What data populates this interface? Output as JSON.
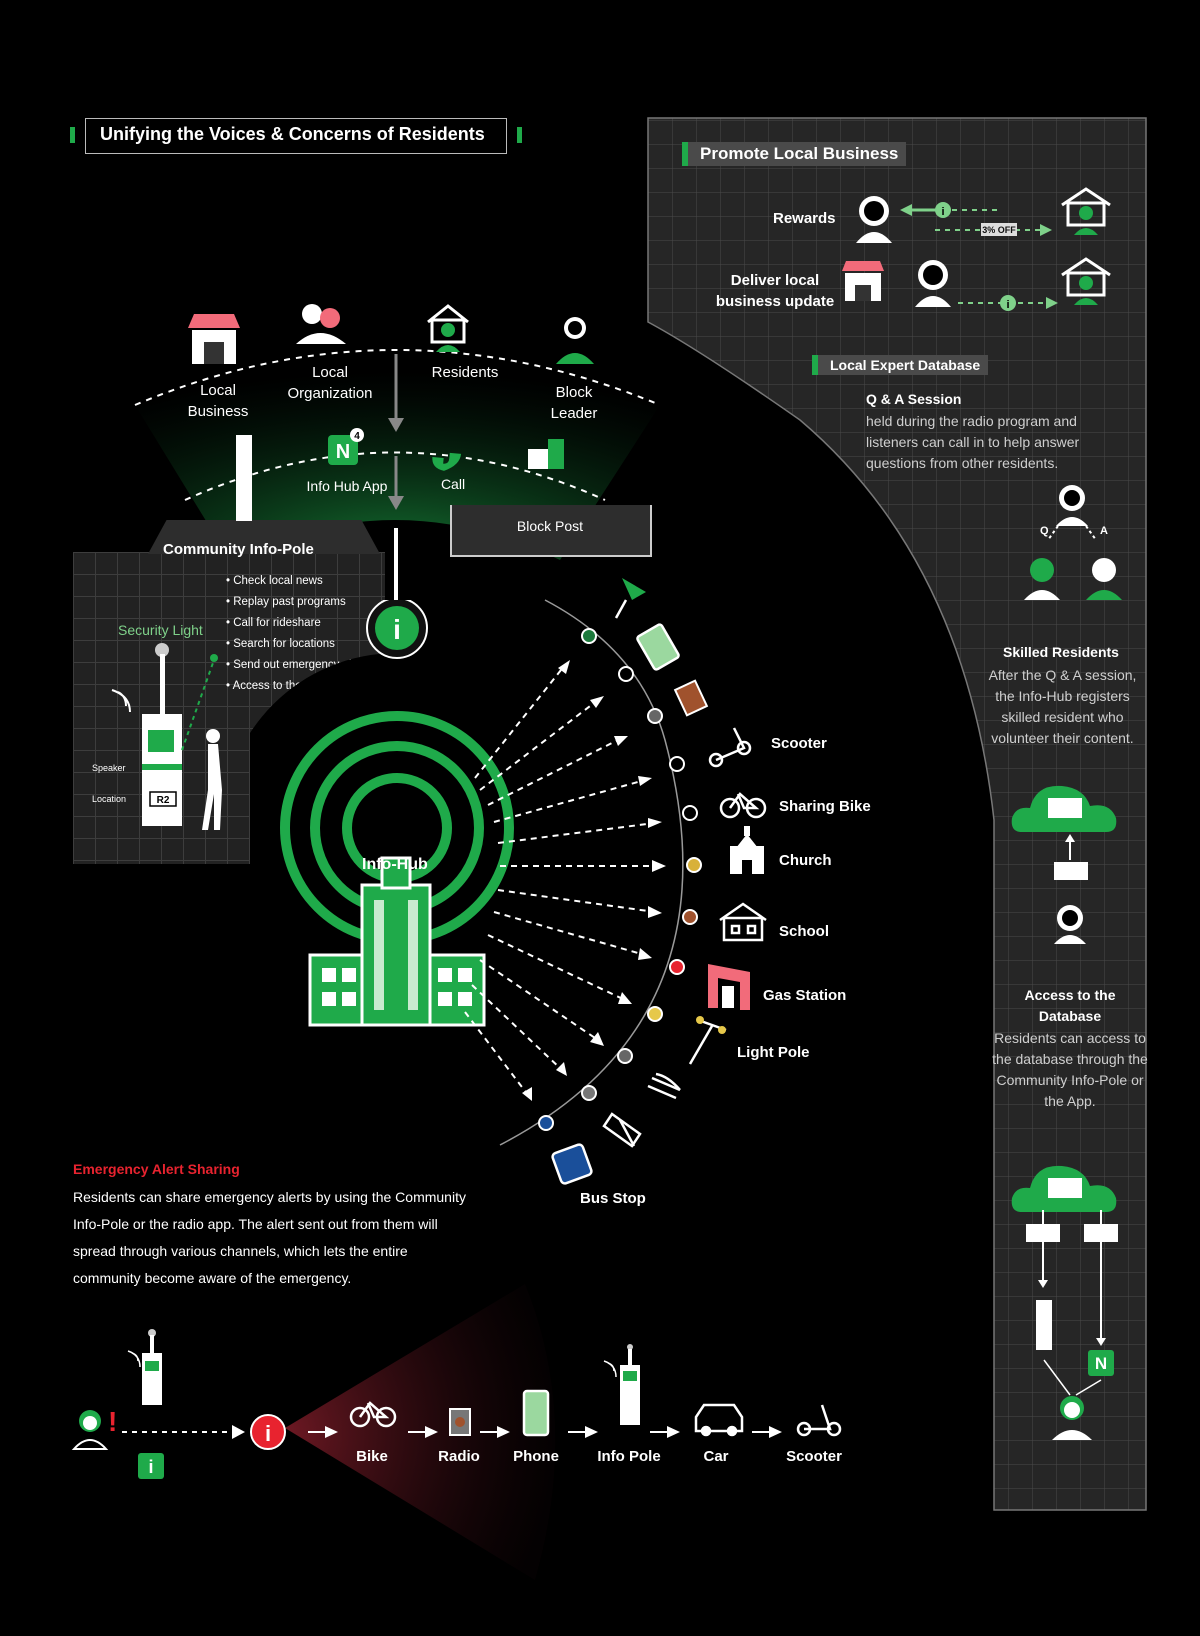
{
  "title": "Unifying the Voices & Concerns of Residents",
  "groups": {
    "local_business": "Local\nBusiness",
    "local_organization": "Local\nOrganization",
    "residents": "Residents",
    "block_leader": "Block\nLeader"
  },
  "channels": {
    "info_hub_app": "Info Hub App",
    "call": "Call",
    "block_post": "Block Post"
  },
  "info_pole": {
    "title": "Community Info-Pole",
    "security_light": "Security Light",
    "speaker": "Speaker",
    "location": "Location",
    "location_code": "R2",
    "features": [
      "Check local news",
      "Replay past programs",
      "Call for rideshare",
      "Search for locations",
      "Send out emergency alert",
      "Access to the database"
    ]
  },
  "hub": {
    "label": "Info-Hub"
  },
  "destinations": [
    "Scooter",
    "Sharing Bike",
    "Church",
    "School",
    "Gas Station",
    "Light Pole",
    "Bus Stop"
  ],
  "promote": {
    "title": "Promote Local Business",
    "rewards": "Rewards",
    "deliver": "Deliver local\nbusiness update",
    "discount": "3% OFF"
  },
  "expert": {
    "title": "Local Expert Database",
    "qa_title": "Q & A Session",
    "qa_text": "held during the radio program and listeners can call in to help answer questions from other residents.",
    "q": "Q",
    "a": "A",
    "skilled_title": "Skilled Residents",
    "skilled_text": "After the Q & A session, the Info-Hub registers skilled resident who volunteer their content.",
    "access_title": "Access to the Database",
    "access_text": "Residents can access to the database through the Community Info-Pole or the App."
  },
  "emergency": {
    "title": "Emergency Alert Sharing",
    "text": "Residents can share emergency alerts by using the Community Info-Pole or the radio app. The alert sent out from them will spread through various channels, which lets the entire community become aware of the emergency.",
    "chain": [
      "Bike",
      "Radio",
      "Phone",
      "Info Pole",
      "Car",
      "Scooter"
    ]
  },
  "colors": {
    "green": "#1faa4a",
    "light_green": "#7fd18a",
    "red": "#e8232f",
    "gray_panel": "#222222"
  }
}
